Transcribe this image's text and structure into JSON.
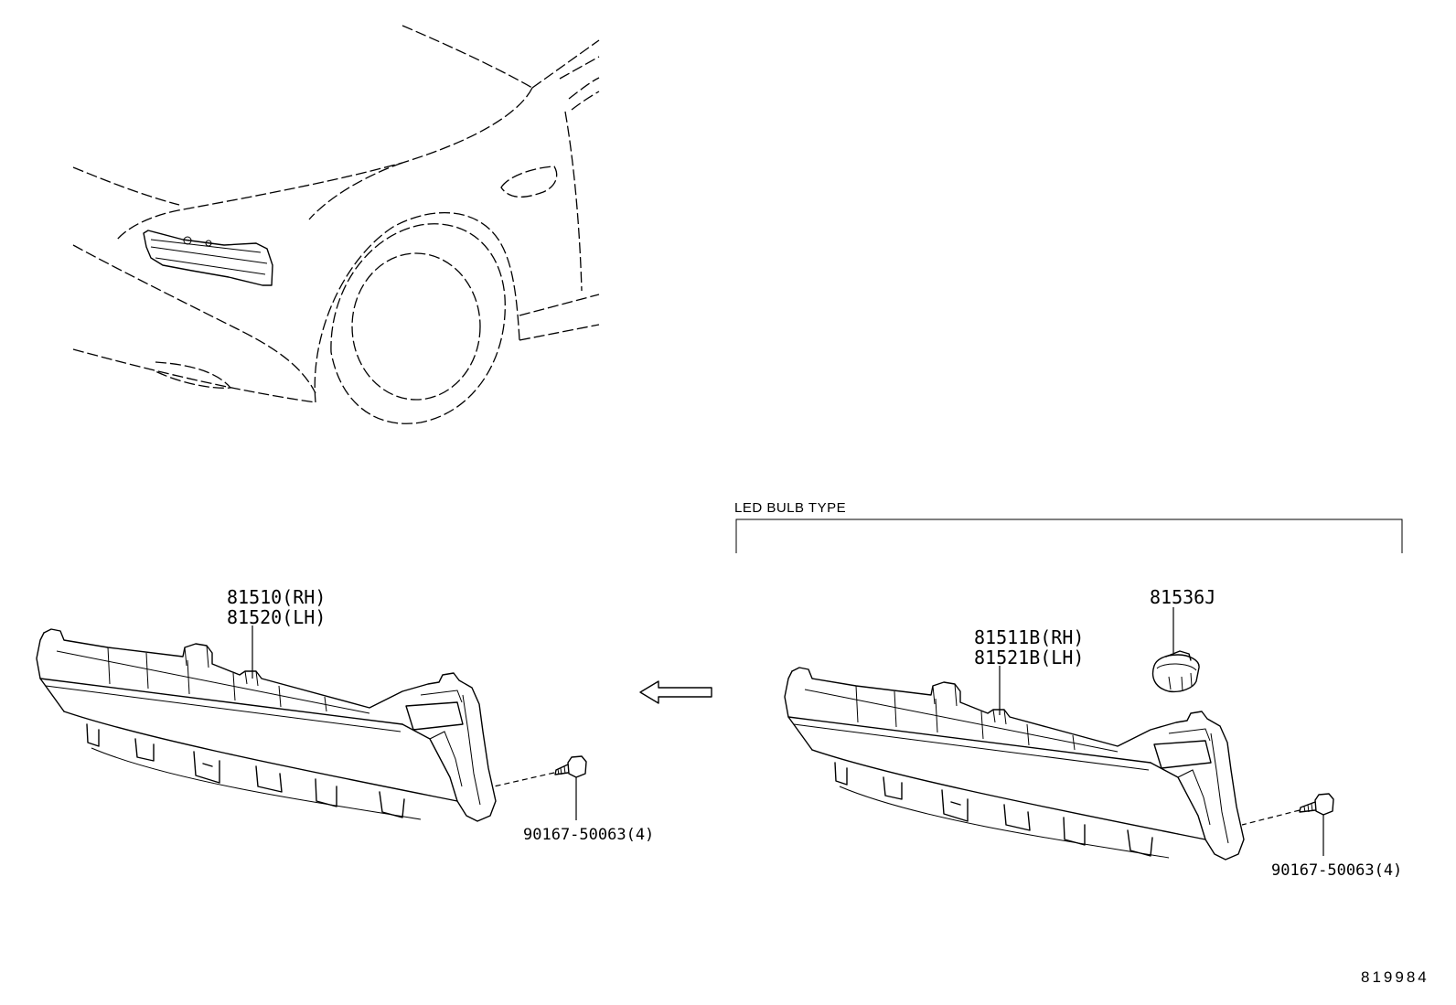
{
  "diagram": {
    "variant_label": "LED BULB TYPE",
    "parts": {
      "lamp_standard_rh": "81510(RH)",
      "lamp_standard_lh": "81520(LH)",
      "lamp_led_rh": "81511B(RH)",
      "lamp_led_lh": "81521B(LH)",
      "led_bulb": "81536J",
      "screw_standard": "90167-50063(4)",
      "screw_led": "90167-50063(4)"
    },
    "illustration_id": "819984"
  },
  "colors": {
    "line": "#000000",
    "background": "#ffffff"
  }
}
